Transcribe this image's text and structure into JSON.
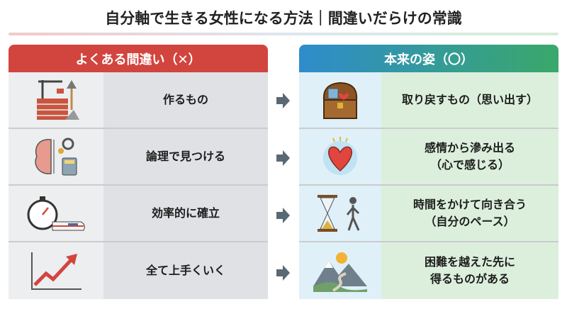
{
  "title": "自分軸で生きる女性になる方法｜間違いだらけの常識",
  "left": {
    "header": "よくある間違い（✕）",
    "rows": [
      {
        "icon": "construction-icon",
        "text": "作るもの"
      },
      {
        "icon": "brain-calculator-icon",
        "text": "論理で見つける"
      },
      {
        "icon": "stopwatch-train-icon",
        "text": "効率的に確立"
      },
      {
        "icon": "rising-graph-icon",
        "text": "全て上手くいく"
      }
    ]
  },
  "right": {
    "header": "本来の姿（〇）",
    "rows": [
      {
        "icon": "treasure-chest-icon",
        "line1": "取り戻すもの（思い出す）"
      },
      {
        "icon": "heart-icon",
        "line1": "感情から滲み出る",
        "line2": "（心で感じる）"
      },
      {
        "icon": "hourglass-walker-icon",
        "line1": "時間をかけて向き合う",
        "line2": "（自分のペース）"
      },
      {
        "icon": "mountain-path-icon",
        "line1": "困難を越えた先に",
        "line2": "得るものがある"
      }
    ]
  },
  "colors": {
    "wrong": "#d2453f",
    "right_start": "#2f8ccc",
    "right_end": "#3aa86a",
    "arrow": "#5a6873"
  }
}
